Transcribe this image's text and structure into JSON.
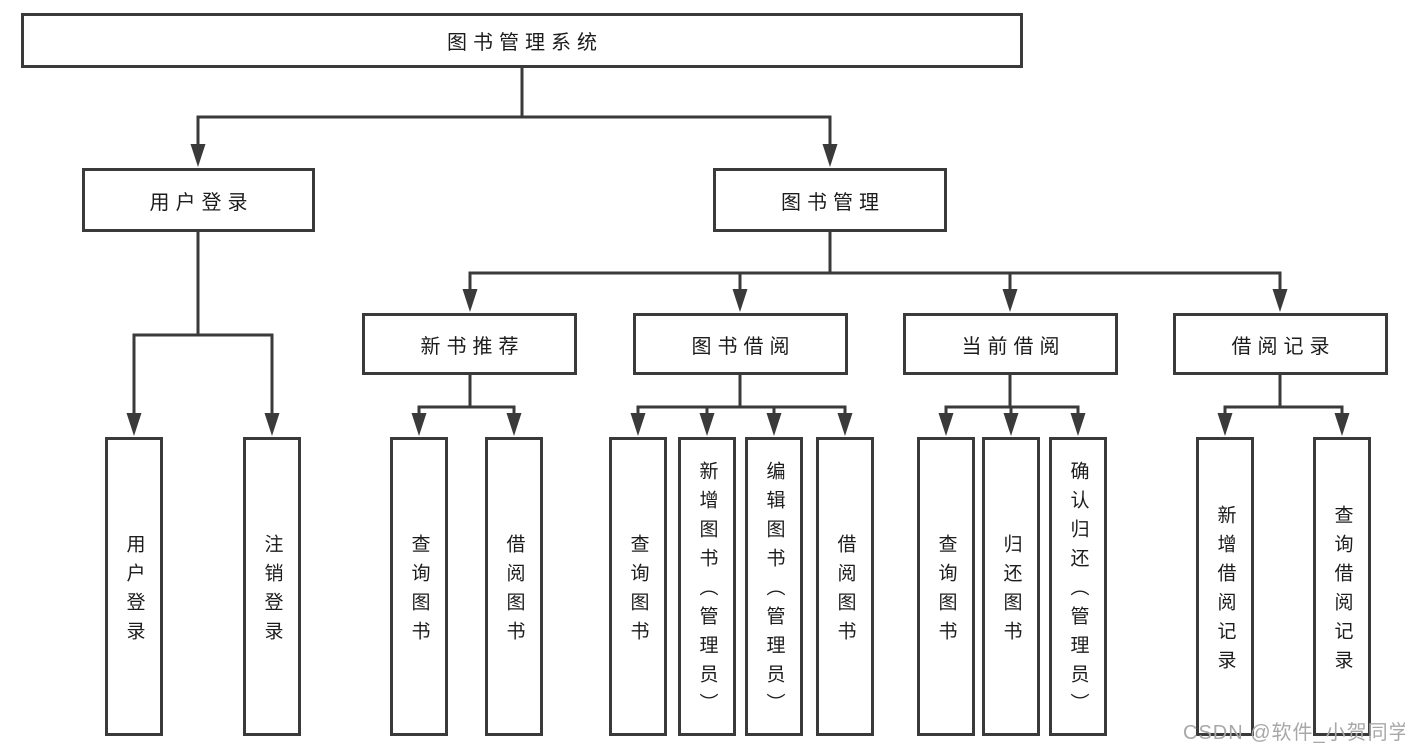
{
  "diagram": {
    "root": {
      "label": "图书管理系统",
      "children": [
        {
          "label": "用户登录",
          "children": [
            {
              "label": "用户登录"
            },
            {
              "label": "注销登录"
            }
          ]
        },
        {
          "label": "图书管理",
          "children": [
            {
              "label": "新书推荐",
              "children": [
                {
                  "label": "查询图书"
                },
                {
                  "label": "借阅图书"
                }
              ]
            },
            {
              "label": "图书借阅",
              "children": [
                {
                  "label": "查询图书"
                },
                {
                  "label": "新增图书（管理员）"
                },
                {
                  "label": "编辑图书（管理员）"
                },
                {
                  "label": "借阅图书"
                }
              ]
            },
            {
              "label": "当前借阅",
              "children": [
                {
                  "label": "查询图书"
                },
                {
                  "label": "归还图书"
                },
                {
                  "label": "确认归还（管理员）"
                }
              ]
            },
            {
              "label": "借阅记录",
              "children": [
                {
                  "label": "新增借阅记录"
                },
                {
                  "label": "查询借阅记录"
                }
              ]
            }
          ]
        }
      ]
    }
  },
  "watermark": {
    "text": "CSDN @软件_小贺同学"
  },
  "colors": {
    "line": "#3a3a3a",
    "box_border": "#3a3a3a",
    "box_fill": "#ffffff",
    "text": "#1c1c1c",
    "watermark": "#a8a8a8",
    "background": "#ffffff"
  }
}
